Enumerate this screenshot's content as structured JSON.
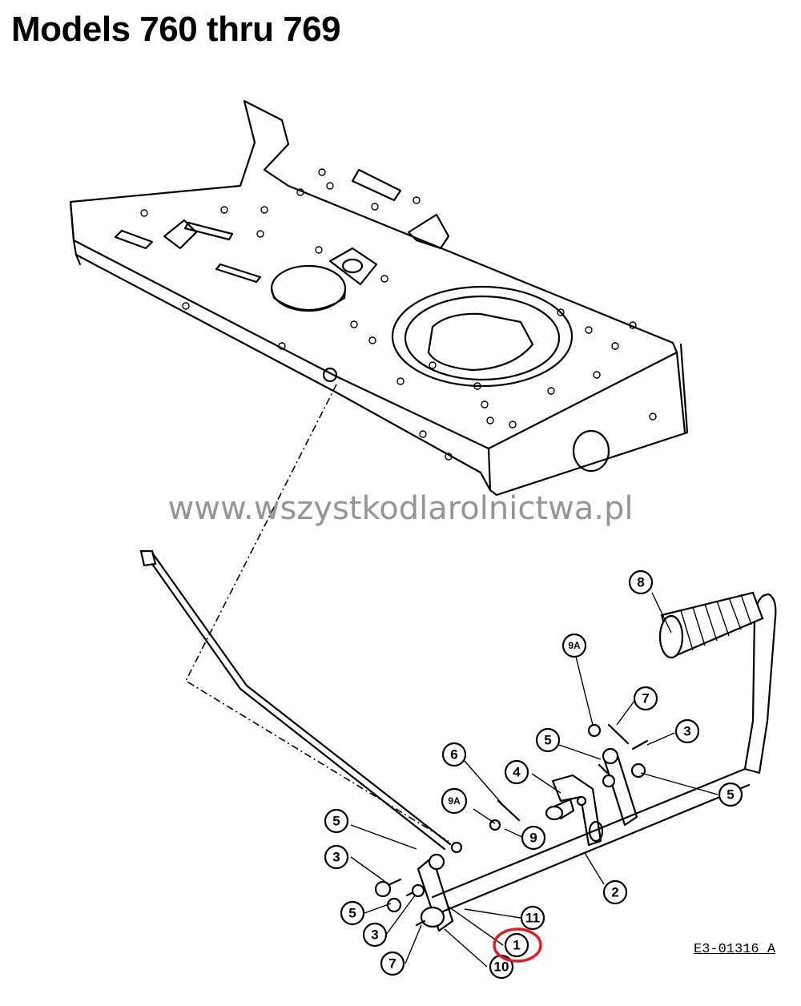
{
  "title": "Models 760 thru 769",
  "watermark": "www.wszystkodlarolnictwa.pl",
  "drawing_code": "E3-01316 A",
  "highlight_color": "#d9202a",
  "callouts": [
    {
      "id": "c-8",
      "label": "8"
    },
    {
      "id": "c-9a-top",
      "label": "9A"
    },
    {
      "id": "c-7-top",
      "label": "7"
    },
    {
      "id": "c-5-right-a",
      "label": "5"
    },
    {
      "id": "c-3-right",
      "label": "3"
    },
    {
      "id": "c-5-right-b",
      "label": "5"
    },
    {
      "id": "c-6",
      "label": "6"
    },
    {
      "id": "c-4",
      "label": "4"
    },
    {
      "id": "c-9a-mid",
      "label": "9A"
    },
    {
      "id": "c-9",
      "label": "9"
    },
    {
      "id": "c-2",
      "label": "2"
    },
    {
      "id": "c-5-left-a",
      "label": "5"
    },
    {
      "id": "c-3-left-a",
      "label": "3"
    },
    {
      "id": "c-5-left-b",
      "label": "5"
    },
    {
      "id": "c-3-left-b",
      "label": "3"
    },
    {
      "id": "c-11",
      "label": "11"
    },
    {
      "id": "c-1",
      "label": "1"
    },
    {
      "id": "c-7-bottom",
      "label": "7"
    },
    {
      "id": "c-10",
      "label": "10"
    }
  ]
}
